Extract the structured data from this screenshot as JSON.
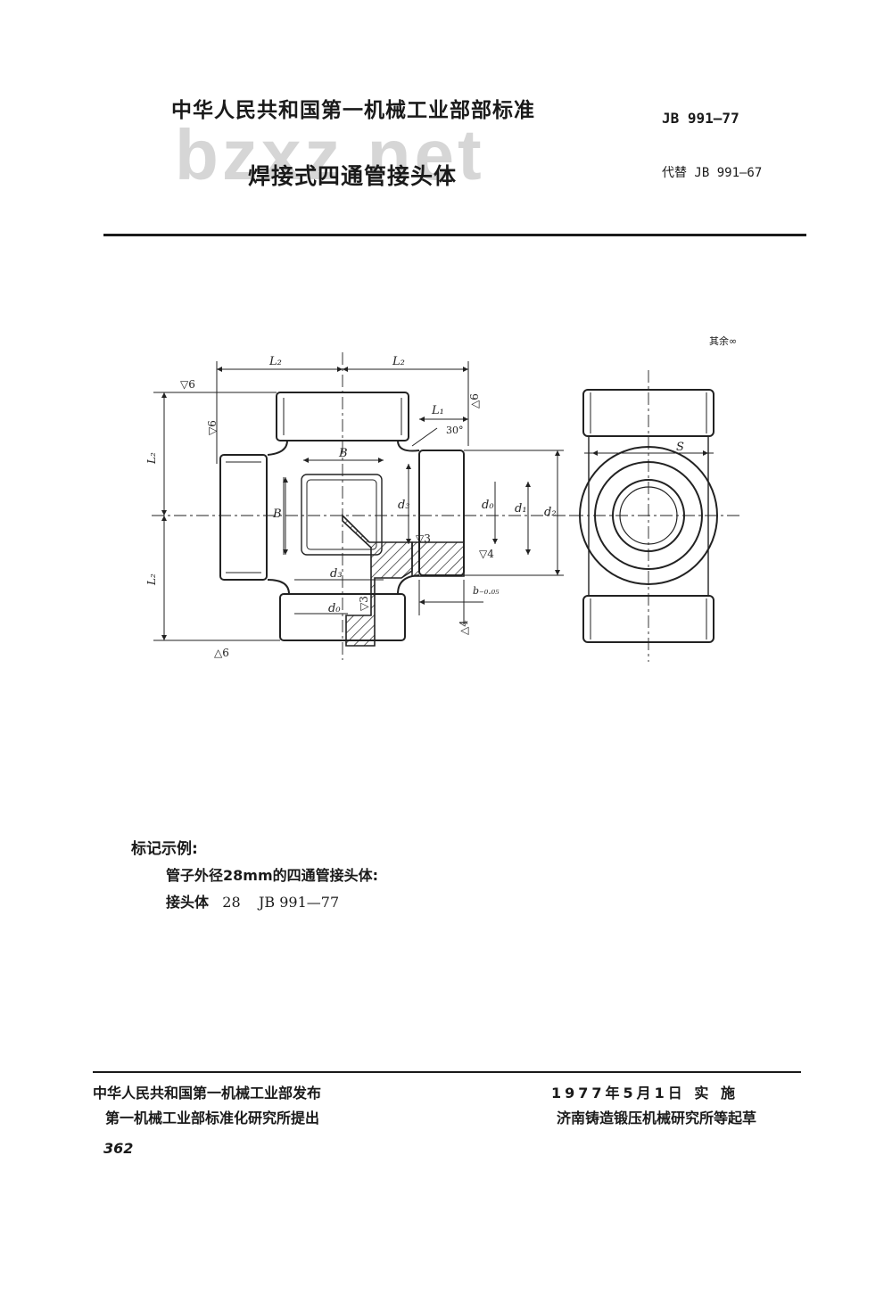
{
  "header": {
    "title": "中华人民共和国第一机械工业部部标准",
    "subtitle": "焊接式四通管接头体",
    "code": "JB 991—77",
    "replaces": "代替 JB 991—67",
    "watermark": "bzxz.net"
  },
  "drawing": {
    "roughness_note": "其余∞",
    "labels": {
      "L2": "L₂",
      "L1": "L₁",
      "B": "B",
      "d0": "d₀",
      "d1": "d₁",
      "d2": "d₂",
      "d3": "d₃",
      "S": "S",
      "angle": "30°",
      "b": "b₋₀.₀₅",
      "r6": "▽6",
      "r3": "▽3",
      "r4": "▽4",
      "r6b": "△6",
      "r4b": "△4"
    }
  },
  "example": {
    "title": "标记示例:",
    "line1": "管子外径28mm的四通管接头体:",
    "line2_name": "接头体",
    "line2_size": "28",
    "line2_code": "JB 991—77"
  },
  "footer": {
    "publisher": "中华人民共和国第一机械工业部发布",
    "proposer": "第一机械工业部标准化研究所提出",
    "effective": "1977年5月1日 实 施",
    "drafter": "济南铸造锻压机械研究所等起草",
    "page_number": "362"
  }
}
